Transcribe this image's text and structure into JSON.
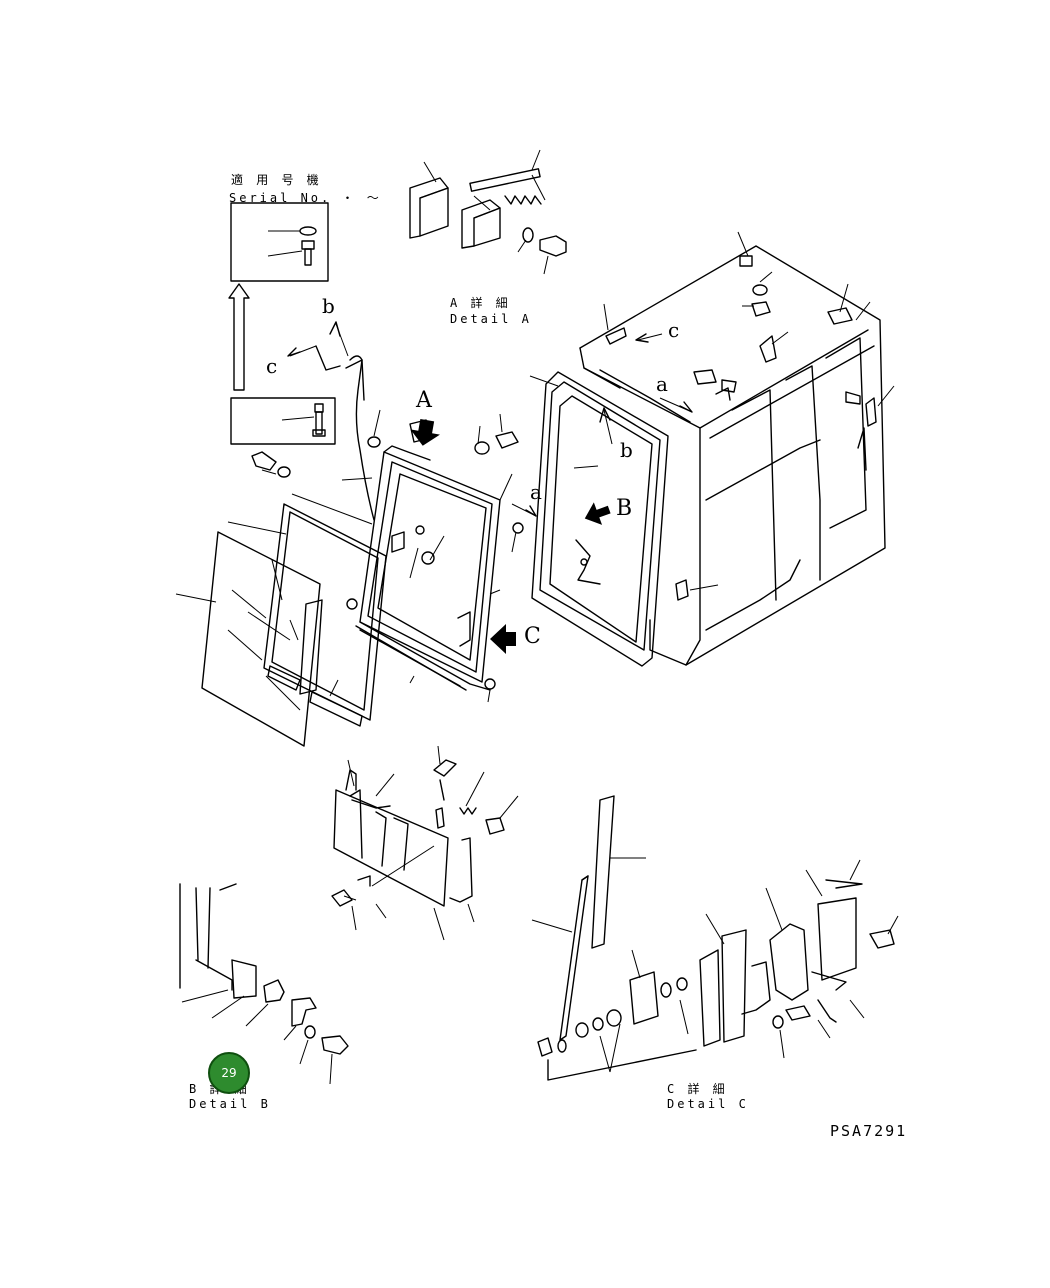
{
  "serial_box": {
    "title_jp": "適 用 号 機",
    "title_en": "Serial No.  ・ ～"
  },
  "detail_a": {
    "jp": "A 詳 細",
    "en": "Detail A"
  },
  "detail_b": {
    "jp": "B 詳 細",
    "en": "Detail B"
  },
  "detail_c": {
    "jp": "C 詳 細",
    "en": "Detail C"
  },
  "view_arrows": {
    "A": "A",
    "B": "B",
    "C": "C"
  },
  "connectors": {
    "a1": "a",
    "a2": "a",
    "b1": "b",
    "b2": "b",
    "c1": "c",
    "c2": "c"
  },
  "badge": {
    "number": "29",
    "color": "#2e8b2e"
  },
  "drawing_code": "PSA7291"
}
